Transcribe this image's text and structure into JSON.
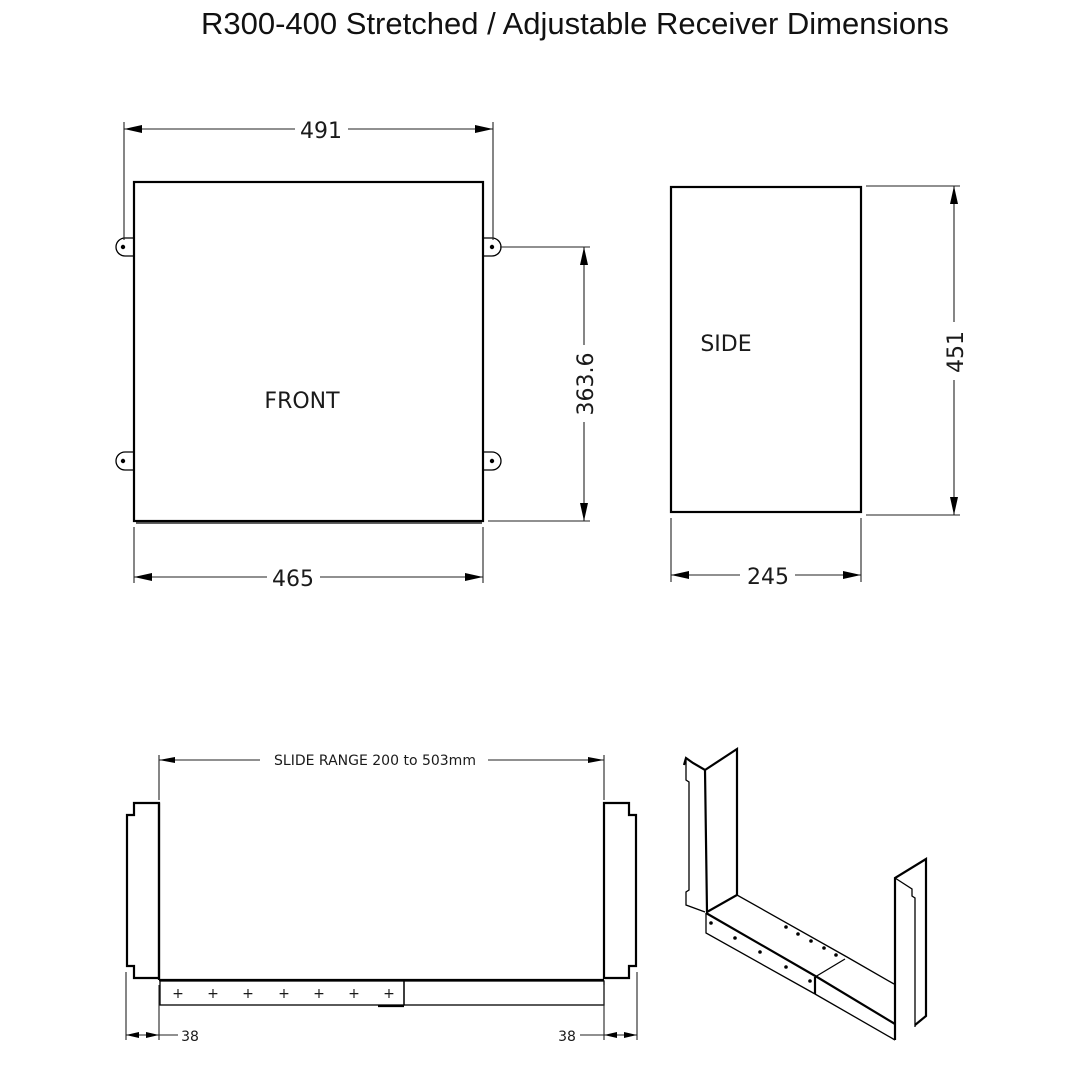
{
  "title": "R300-400 Stretched / Adjustable Receiver Dimensions",
  "views": {
    "front": {
      "label": "FRONT",
      "dims": {
        "top_width": "491",
        "bottom_width": "465",
        "mount_height": "363.6"
      }
    },
    "side": {
      "label": "SIDE",
      "dims": {
        "width": "245",
        "height": "451"
      }
    },
    "bottom_bracket": {
      "slide_range": "SLIDE RANGE 200 to 503mm",
      "left_offset": "38",
      "right_offset": "38",
      "hole_count": 7
    },
    "isometric": {
      "label": ""
    }
  },
  "colors": {
    "line": "#000000",
    "background": "#ffffff"
  }
}
